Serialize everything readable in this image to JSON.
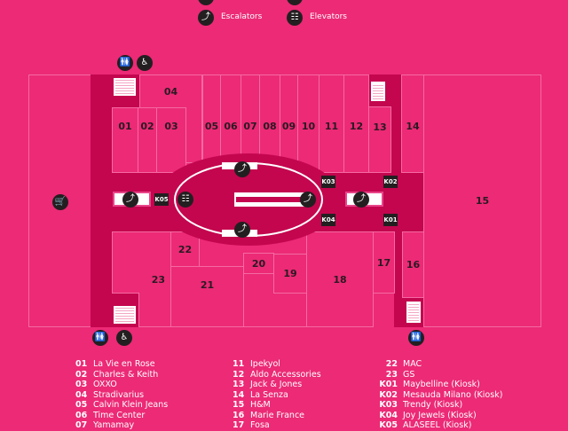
{
  "legend_top": {
    "escalators": "Escalators",
    "elevators": "Elevators"
  },
  "stores": {
    "s01": "01",
    "s02": "02",
    "s03": "03",
    "s04": "04",
    "s05": "05",
    "s06": "06",
    "s07": "07",
    "s08": "08",
    "s09": "09",
    "s10": "10",
    "s11": "11",
    "s12": "12",
    "s13": "13",
    "s14": "14",
    "s15": "15",
    "s16": "16",
    "s17": "17",
    "s18": "18",
    "s19": "19",
    "s20": "20",
    "s21": "21",
    "s22": "22",
    "s23": "23"
  },
  "kiosks": {
    "k01": "K01",
    "k02": "K02",
    "k03": "K03",
    "k04": "K04",
    "k05": "K05"
  },
  "directory": {
    "col1": [
      {
        "code": "01",
        "name": "La Vie en Rose"
      },
      {
        "code": "02",
        "name": "Charles & Keith"
      },
      {
        "code": "03",
        "name": "OXXO"
      },
      {
        "code": "04",
        "name": "Stradivarius"
      },
      {
        "code": "05",
        "name": "Calvin Klein Jeans"
      },
      {
        "code": "06",
        "name": "Time Center"
      },
      {
        "code": "07",
        "name": "Yamamay"
      }
    ],
    "col2": [
      {
        "code": "11",
        "name": "Ipekyol"
      },
      {
        "code": "12",
        "name": "Aldo Accessories"
      },
      {
        "code": "13",
        "name": "Jack & Jones"
      },
      {
        "code": "14",
        "name": "La Senza"
      },
      {
        "code": "15",
        "name": "H&M"
      },
      {
        "code": "16",
        "name": "Marie France"
      },
      {
        "code": "17",
        "name": "Fosa"
      }
    ],
    "col3": [
      {
        "code": "22",
        "name": "MAC"
      },
      {
        "code": "23",
        "name": "GS"
      },
      {
        "code": "K01",
        "name": "Maybelline (Kiosk)"
      },
      {
        "code": "K02",
        "name": "Mesauda Milano (Kiosk)"
      },
      {
        "code": "K03",
        "name": "Trendy (Kiosk)"
      },
      {
        "code": "K04",
        "name": "Joy Jewels (Kiosk)"
      },
      {
        "code": "K05",
        "name": "ALASEEL (Kiosk)"
      }
    ]
  },
  "colors": {
    "background": "#EC2A76",
    "corridor": "#C4064F",
    "outline": "#F56AA2",
    "icon": "#231F20"
  }
}
